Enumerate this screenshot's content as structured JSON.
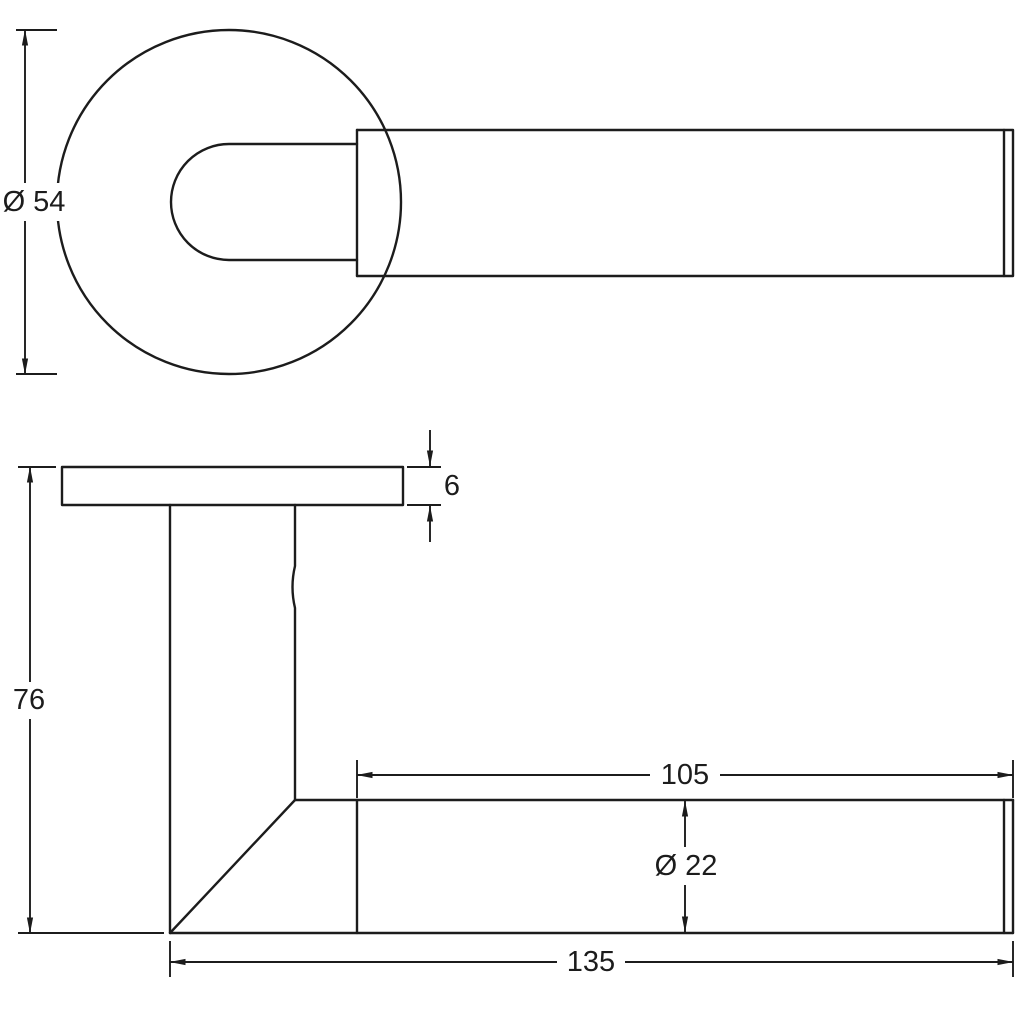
{
  "drawing": {
    "background_color": "#ffffff",
    "line_color": "#1c1c1c",
    "views": {
      "front_view": "door-handle-rose-front",
      "side_view": "door-handle-lever-side"
    },
    "dimensions": {
      "rose_diameter": "Ø 54",
      "rose_thickness": "6",
      "overall_projection": "76",
      "grip_length": "105",
      "lever_diameter": "Ø 22",
      "overall_length": "135"
    }
  }
}
